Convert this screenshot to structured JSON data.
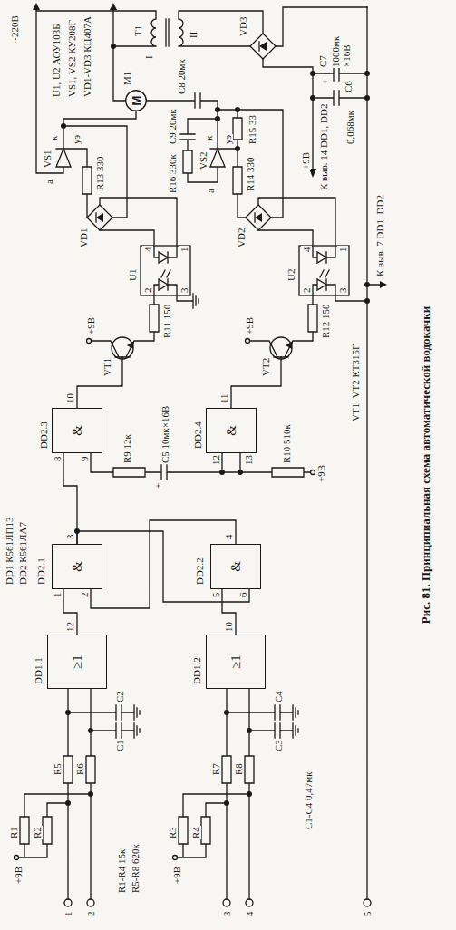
{
  "diagram": {
    "caption": "Рис. 81. Принципиальная схема автоматической водокачки",
    "nodes": [
      {
        "text": [
          "≥1"
        ]
      },
      {
        "text": [
          "&"
        ]
      },
      {
        "text": [
          "&"
        ]
      },
      {
        "text": [
          "≥1"
        ]
      },
      {
        "text": [
          "&"
        ]
      },
      {
        "text": [
          "&"
        ]
      },
      {
        "text": [
          "M"
        ]
      }
    ],
    "edges": [
      {
        "from": 0,
        "to": 1,
        "arrow": "none"
      },
      {
        "from": 1,
        "to": 2,
        "arrow": "none"
      },
      {
        "from": 3,
        "to": 4,
        "arrow": "none"
      },
      {
        "from": 4,
        "to": 1,
        "arrow": "none"
      },
      {
        "from": 1,
        "to": 4,
        "arrow": "none"
      }
    ],
    "labels": [
      "~220В",
      "U1, U2 АОУ103Б",
      "VS1, VS2 КУ208Г",
      "VD1-VD3 КЦ407А",
      "T1",
      "I",
      "II",
      "M1",
      "VS1",
      "а",
      "к",
      "уэ",
      "R13 330",
      "VD1",
      "U1",
      "2",
      "3",
      "4",
      "1",
      "VT1",
      "+9В",
      "R11 150",
      "VS2",
      "а",
      "к",
      "уэ",
      "R14 330",
      "R15 33",
      "VD2",
      "U2",
      "2",
      "3",
      "4",
      "1",
      "VT2",
      "+9В",
      "R12 150",
      "VT1, VT2 КТ315Г",
      "C8 20мк",
      "C9 20мк",
      "R16 330к",
      "VD3",
      "+",
      "C7",
      "1000мк ×16В",
      "C6",
      "0,068мк",
      "+9В",
      "К выв. 14 DD1, DD2",
      "К выв. 7 DD1, DD2",
      "DD1 К561ЛП13",
      "DD2 К561ЛА7",
      "DD2.1",
      "1",
      "2",
      "3",
      "DD2.2",
      "5",
      "6",
      "4",
      "DD2.3",
      "8",
      "9",
      "10",
      "R9 12к",
      "+",
      "C5 10мк×16В",
      "DD2.4",
      "12",
      "13",
      "11",
      "R10 510к",
      "+9В",
      "DD1.1",
      "12",
      "DD1.2",
      "10",
      "+9В",
      "R1",
      "R2",
      "R5",
      "R6",
      "C1",
      "C2",
      "R1-R4 15к",
      "R5-R8 620к",
      "+9В",
      "R3",
      "R4",
      "R7",
      "R8",
      "C3",
      "C4",
      "C1-C4 0,47мк",
      "1",
      "2",
      "3",
      "4",
      "5"
    ]
  }
}
